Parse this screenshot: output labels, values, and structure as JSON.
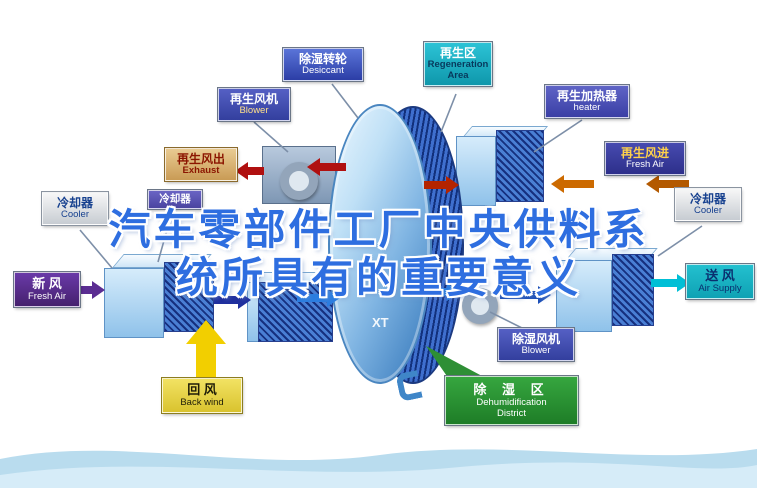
{
  "watermark": {
    "line1": "汽车零部件工厂中央供料系",
    "line2": "统所具有的重要意义"
  },
  "labels": {
    "desiccant": {
      "zh": "除湿转轮",
      "en": "Desiccant"
    },
    "regen_area": {
      "zh": "再生区",
      "en": "Regeneration Area"
    },
    "regen_blower": {
      "zh": "再生风机",
      "en": "Blower"
    },
    "regen_heater": {
      "zh": "再生加热器",
      "en": "heater"
    },
    "exhaust": {
      "zh": "再生风出",
      "en": "Exhaust"
    },
    "regen_inlet": {
      "zh": "再生风进",
      "en": "Fresh Air"
    },
    "cooler_left": {
      "zh": "冷却器",
      "en": "Cooler"
    },
    "cooler_mid": {
      "zh": "冷却器"
    },
    "cooler_right": {
      "zh": "冷却器",
      "en": "Cooler"
    },
    "fresh_air": {
      "zh": "新 风",
      "en": "Fresh Air"
    },
    "air_supply": {
      "zh": "送 风",
      "en": "Air Supply"
    },
    "back_wind": {
      "zh": "回 风",
      "en": "Back wind"
    },
    "dehumid_blower": {
      "zh": "除湿风机",
      "en": "Blower"
    },
    "dehumid_zone": {
      "zh": "除 湿 区",
      "en_line1": "Dehumidification",
      "en_line2": "District"
    },
    "rotor_mark": "XT"
  },
  "colors": {
    "headline_blue": "#2e6ee0",
    "teal": "#17b3c6",
    "purple": "#4a4fb2",
    "yellow": "#f2cf00",
    "green": "#2e8f35",
    "red": "#b01010",
    "orange": "#cc6a00",
    "wave_blue": "#b9dcee"
  }
}
